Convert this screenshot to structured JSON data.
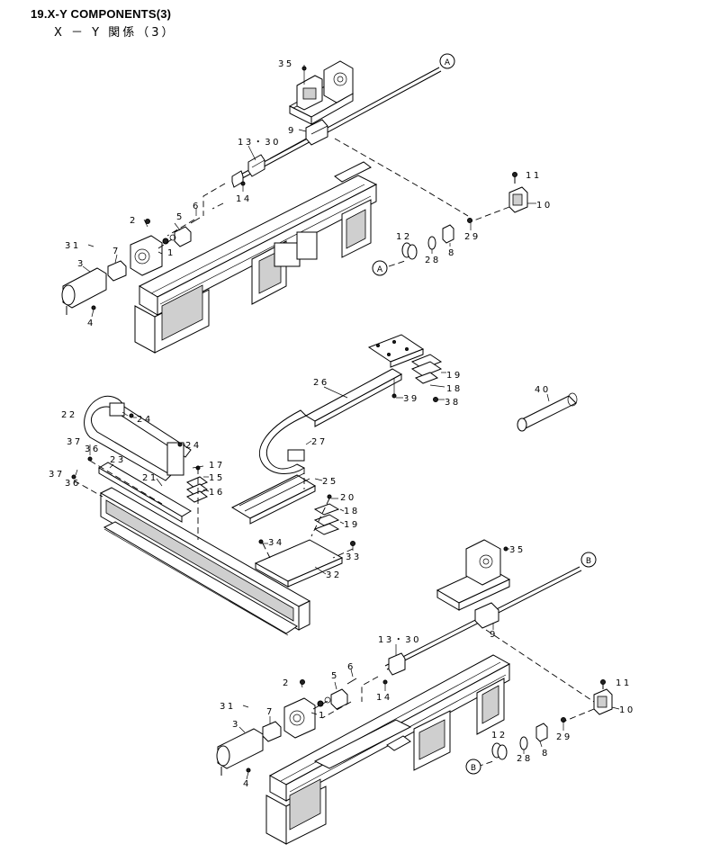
{
  "header": {
    "title": "19.X-Y COMPONENTS(3)",
    "subtitle": "X － Y 関係（3）"
  },
  "callouts": {
    "A": "A",
    "B": "B"
  },
  "part_labels": {
    "p35_top": "35",
    "p9_top": "9",
    "p13_30_top": "13・30",
    "p14_top": "14",
    "p11_top": "11",
    "p10_top": "10",
    "p6_top": "6",
    "p2_top": "2",
    "p5_top": "5",
    "p1_top": "1",
    "p12_top": "12",
    "p29_top": "29",
    "p31_top": "31",
    "p7_top": "7",
    "p3_top": "3",
    "p28_top": "28",
    "p8_top": "8",
    "p4_top": "4",
    "p19_a": "19",
    "p18_a": "18",
    "p26": "26",
    "p39": "39",
    "p38": "38",
    "p40": "40",
    "p22": "22",
    "p24_a": "24",
    "p27": "27",
    "p37_a": "37",
    "p36_a": "36",
    "p24_b": "24",
    "p23": "23",
    "p17": "17",
    "p37_b": "37",
    "p21": "21",
    "p15": "15",
    "p36_b": "36",
    "p16": "16",
    "p25": "25",
    "p20": "20",
    "p18_b": "18",
    "p19_b": "19",
    "p34": "34",
    "p33": "33",
    "p32": "32",
    "p35_bot": "35",
    "p9_bot": "9",
    "p13_30_bot": "13・30",
    "p2_bot": "2",
    "p5_bot": "5",
    "p6_bot": "6",
    "p14_bot": "14",
    "p11_bot": "11",
    "p31_bot": "31",
    "p1_bot": "1",
    "p10_bot": "10",
    "p7_bot": "7",
    "p3_bot": "3",
    "p12_bot": "12",
    "p29_bot": "29",
    "p28_bot": "28",
    "p8_bot": "8",
    "p4_bot": "4"
  }
}
